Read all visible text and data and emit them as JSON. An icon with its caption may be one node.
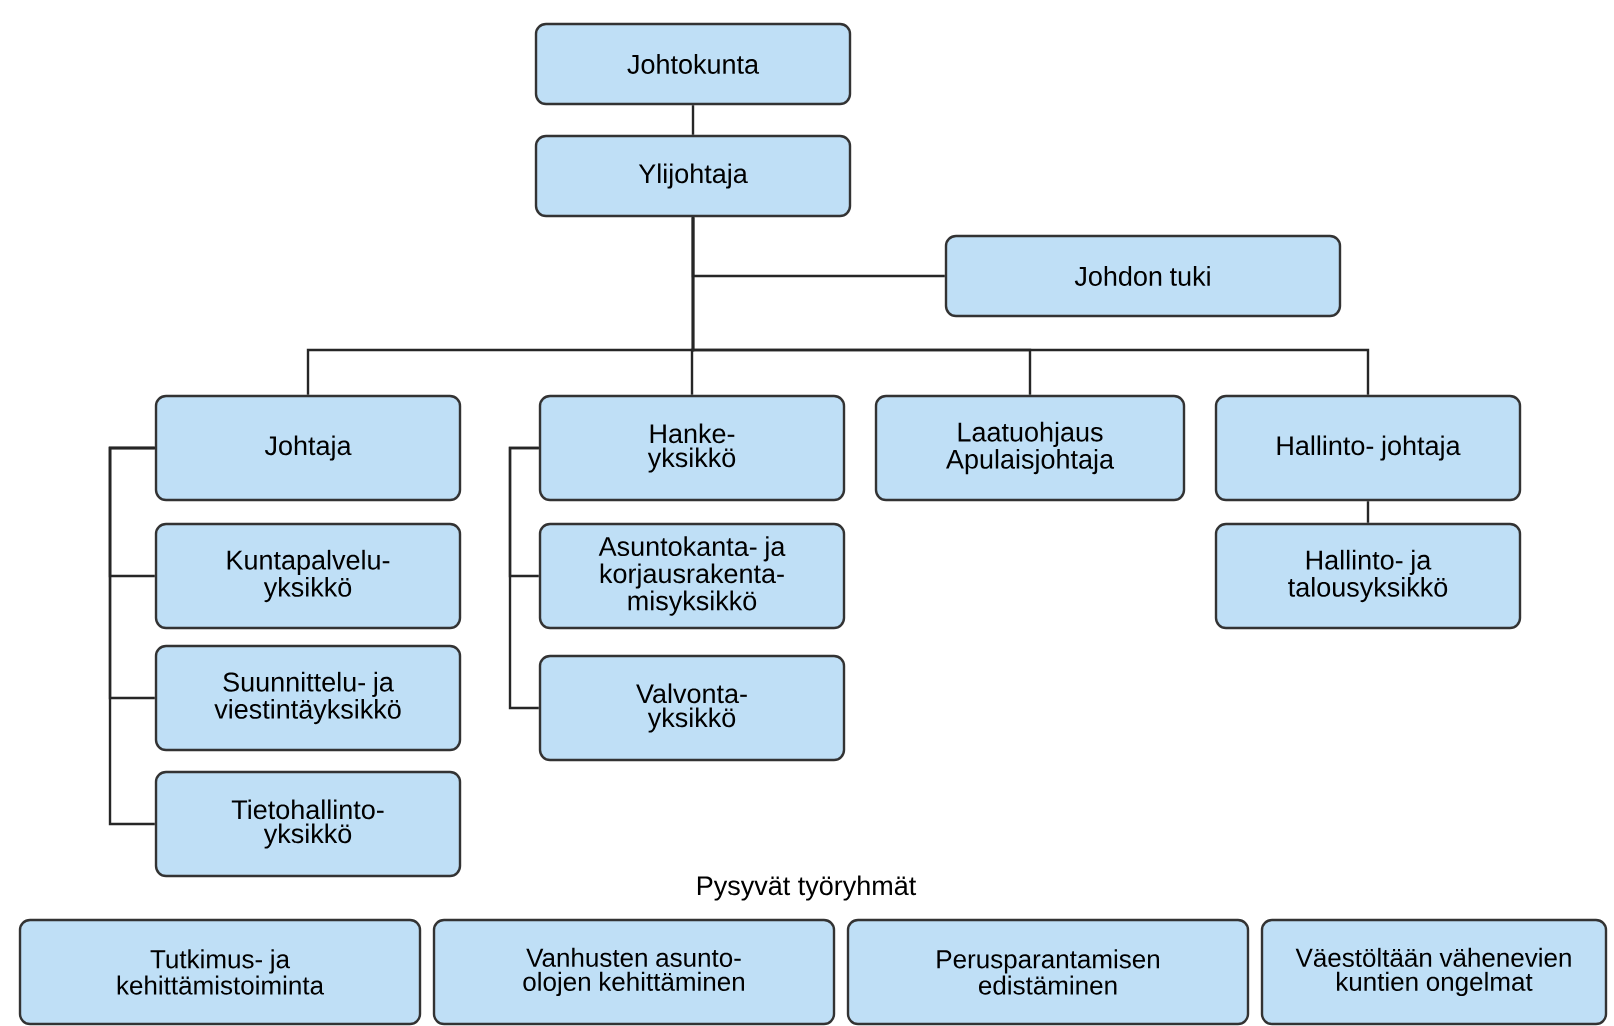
{
  "diagram": {
    "nodes": [
      {
        "text": [
          "Johtokunta"
        ]
      },
      {
        "text": [
          "Ylijohtaja"
        ]
      },
      {
        "text": [
          "Johdon tuki"
        ]
      },
      {
        "text": [
          "Johtaja"
        ]
      },
      {
        "text": [
          "Hanke- yksikkö"
        ]
      },
      {
        "text": [
          "Laatuohjaus Apulaisjohtaja"
        ]
      },
      {
        "text": [
          "Hallinto- johtaja"
        ]
      },
      {
        "text": [
          "Kuntapalvelu- yksikkö"
        ]
      },
      {
        "text": [
          "Asuntokanta- ja korjausrakenta- misyksikkö"
        ]
      },
      {
        "text": [
          "Hallinto- ja talousyksikkö"
        ]
      },
      {
        "text": [
          "Suunnittelu- ja viestintäyksikkö"
        ]
      },
      {
        "text": [
          "Valvonta- yksikkö"
        ]
      },
      {
        "text": [
          "Tietohallinto- yksikkö"
        ]
      },
      {
        "text": [
          "Tutkimus- ja kehittämistoiminta"
        ]
      },
      {
        "text": [
          "Vanhusten asunto- olojen kehittäminen"
        ]
      },
      {
        "text": [
          "Perusparantamisen edistäminen"
        ]
      },
      {
        "text": [
          "Väestöltään vähenevien kuntien ongelmat"
        ]
      }
    ],
    "edges": [
      {
        "from": 0,
        "to": 1,
        "arrow": "none"
      },
      {
        "from": 1,
        "to": 2,
        "arrow": "none"
      },
      {
        "from": 1,
        "to": 3,
        "arrow": "none"
      },
      {
        "from": 1,
        "to": 4,
        "arrow": "none"
      },
      {
        "from": 1,
        "to": 5,
        "arrow": "none"
      },
      {
        "from": 1,
        "to": 6,
        "arrow": "none"
      },
      {
        "from": 3,
        "to": 7,
        "arrow": "none"
      },
      {
        "from": 3,
        "to": 10,
        "arrow": "none"
      },
      {
        "from": 3,
        "to": 12,
        "arrow": "none"
      },
      {
        "from": 4,
        "to": 8,
        "arrow": "none"
      },
      {
        "from": 4,
        "to": 11,
        "arrow": "none"
      },
      {
        "from": 6,
        "to": 9,
        "arrow": "none"
      }
    ],
    "labels": [
      "Pysyvät työryhmät"
    ]
  }
}
